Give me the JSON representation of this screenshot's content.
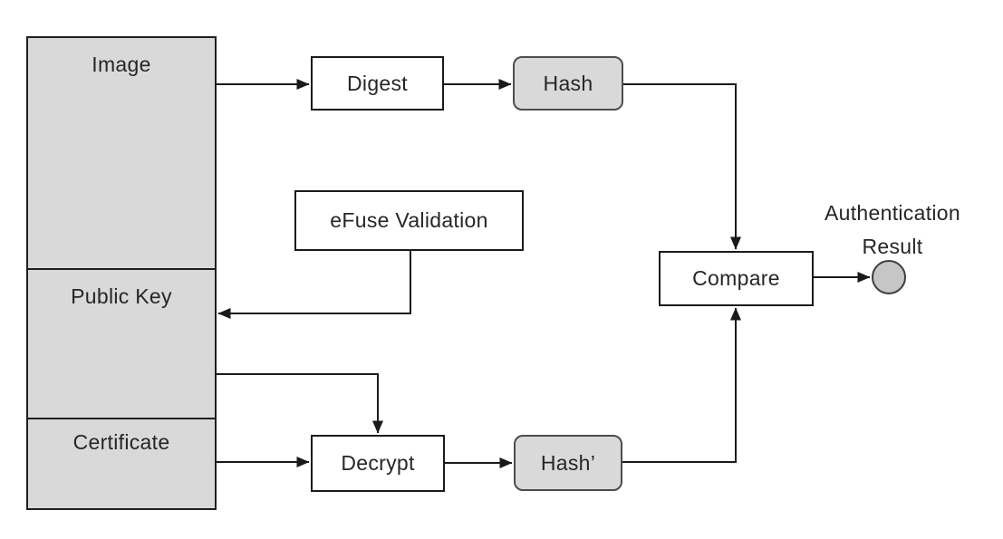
{
  "diagram": {
    "type": "flowchart",
    "subject": "image-authentication-flow",
    "nodes": {
      "image": {
        "label": "Image",
        "shape": "stack-section",
        "fill": "#d9d9d9"
      },
      "public_key": {
        "label": "Public Key",
        "shape": "stack-section",
        "fill": "#d9d9d9"
      },
      "certificate": {
        "label": "Certificate",
        "shape": "stack-section",
        "fill": "#d9d9d9"
      },
      "digest": {
        "label": "Digest",
        "shape": "rect",
        "fill": "#ffffff"
      },
      "hash": {
        "label": "Hash",
        "shape": "rounded-rect",
        "fill": "#d9d9d9"
      },
      "efuse": {
        "label": "eFuse Validation",
        "shape": "rect",
        "fill": "#ffffff"
      },
      "decrypt": {
        "label": "Decrypt",
        "shape": "rect",
        "fill": "#ffffff"
      },
      "hash_prime": {
        "label": "Hash’",
        "shape": "rounded-rect",
        "fill": "#d9d9d9"
      },
      "compare": {
        "label": "Compare",
        "shape": "rect",
        "fill": "#ffffff"
      },
      "result_dot": {
        "label": "",
        "shape": "circle",
        "fill": "#c6c6c6"
      }
    },
    "annotation": {
      "line1": "Authentication",
      "line2": "Result"
    },
    "edges": [
      {
        "from": "Image",
        "to": "Public Key / Certificate",
        "note": "stacked in same memory block, no arrow"
      },
      {
        "from": "Image",
        "to": "Digest"
      },
      {
        "from": "Digest",
        "to": "Hash"
      },
      {
        "from": "Hash",
        "to": "Compare"
      },
      {
        "from": "eFuse Validation",
        "to": "Public Key"
      },
      {
        "from": "Public Key",
        "to": "Decrypt"
      },
      {
        "from": "Certificate",
        "to": "Decrypt"
      },
      {
        "from": "Decrypt",
        "to": "Hash’"
      },
      {
        "from": "Hash’",
        "to": "Compare"
      },
      {
        "from": "Compare",
        "to": "Authentication Result"
      }
    ],
    "colors": {
      "background": "#ffffff",
      "gray_fill": "#d9d9d9",
      "white_fill": "#ffffff",
      "black_border": "#1a1a1a",
      "gray_border": "#4d4d4d",
      "dot_fill": "#c6c6c6",
      "line": "#1a1a1a",
      "text": "#262626"
    }
  }
}
